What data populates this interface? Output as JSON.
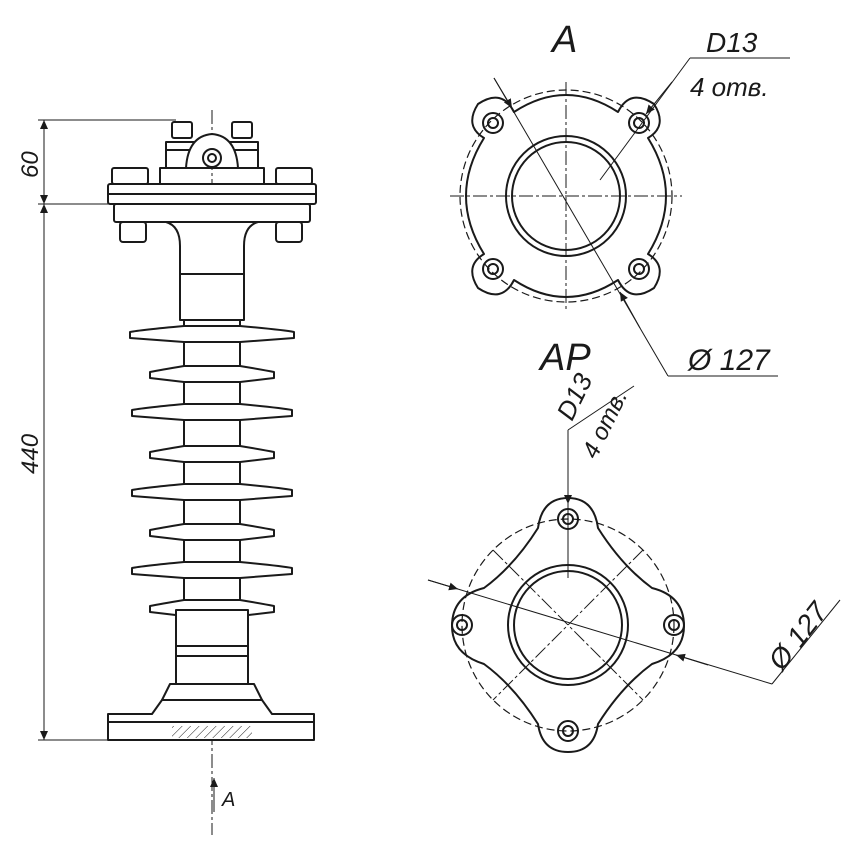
{
  "views": {
    "view_a_title": "A",
    "view_ar_title": "AP",
    "view_arrow_label": "A"
  },
  "dimensions": {
    "top_height": "60",
    "total_height": "440",
    "a_hole_size": "D13",
    "a_hole_count": "4 отв.",
    "a_circle": "Ø 127",
    "ar_hole_size": "D13",
    "ar_hole_count": "4 отв.",
    "ar_circle": "Ø 127"
  },
  "colors": {
    "line": "#1a1a1a",
    "background": "#ffffff"
  }
}
